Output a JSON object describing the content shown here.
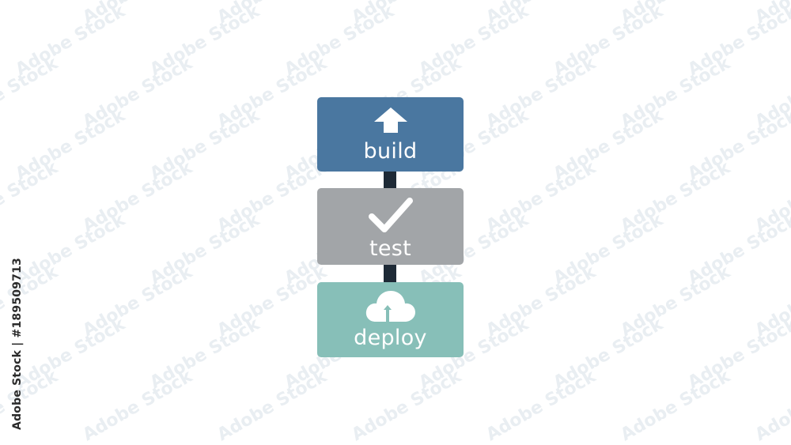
{
  "colors": {
    "background": "#ffffff",
    "connector": "#1e2a36",
    "label_text": "#ffffff"
  },
  "pipeline": [
    {
      "label": "build",
      "icon": "arrow-up-icon",
      "color": "#4a77a0"
    },
    {
      "label": "test",
      "icon": "checkmark-icon",
      "color": "#a2a5a8"
    },
    {
      "label": "deploy",
      "icon": "cloud-upload-icon",
      "color": "#87bfb8"
    }
  ],
  "watermark": {
    "text": "Adobe Stock",
    "side_id": "Adobe Stock | #189509713"
  }
}
